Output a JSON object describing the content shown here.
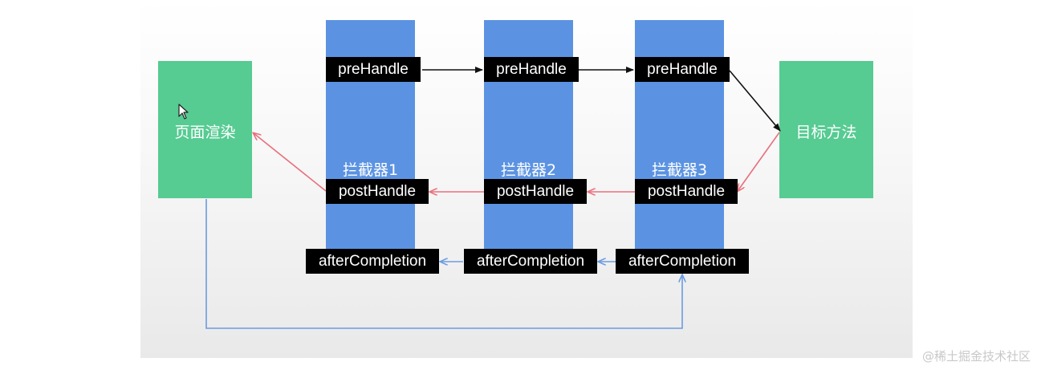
{
  "interceptors": [
    {
      "name": "拦截器1",
      "pre": "preHandle",
      "post": "postHandle",
      "after": "afterCompletion"
    },
    {
      "name": "拦截器2",
      "pre": "preHandle",
      "post": "postHandle",
      "after": "afterCompletion"
    },
    {
      "name": "拦截器3",
      "pre": "preHandle",
      "post": "postHandle",
      "after": "afterCompletion"
    }
  ],
  "render_box": {
    "label": "页面渲染"
  },
  "target_box": {
    "label": "目标方法"
  },
  "watermark": "@稀土掘金技术社区",
  "colors": {
    "interceptor": "#5b93e2",
    "box": "#56cb92",
    "pre_arrow": "#111111",
    "post_arrow": "#e8707c",
    "after_arrow": "#6c9be0"
  }
}
